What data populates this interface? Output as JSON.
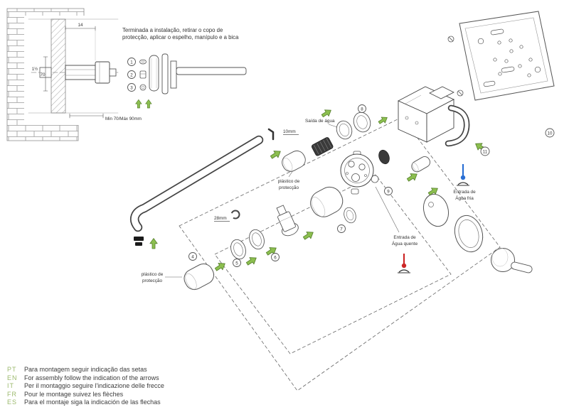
{
  "instructions": {
    "top_note_line1": "Terminada a instalação,  retirar o copo de",
    "top_note_line2": "protecção, aplicar o espelho, manípulo e a bica"
  },
  "section_detail": {
    "dim_depth": "14",
    "dim_thread": "1½",
    "dim_height": "70",
    "dim_range": "Min 70/Máx 90mm"
  },
  "labels": {
    "water_outlet": "Saída de água",
    "hex_key": "10mm",
    "ring_size": "28mm",
    "protection_upper_1": "plástico de",
    "protection_upper_2": "protecção",
    "protection_lower_1": "plástico de",
    "protection_lower_2": "protecção",
    "hot_inlet_1": "Entrada de",
    "hot_inlet_2": "Água quente",
    "cold_inlet_1": "Entrada de",
    "cold_inlet_2": "Água fria"
  },
  "callouts": {
    "c1": "1",
    "c2": "2",
    "c3": "3",
    "c4": "4",
    "c5": "5",
    "c6": "6",
    "c7": "7",
    "c8": "8",
    "c9": "9",
    "c10": "10",
    "c11": "11"
  },
  "legend": {
    "items": [
      {
        "code": "PT",
        "text": "Para montagem seguir indicação das setas"
      },
      {
        "code": "EN",
        "text": "For assembly follow the indication of the arrows"
      },
      {
        "code": "IT",
        "text": "Per il montaggio seguire l'indicazione delle frecce"
      },
      {
        "code": "FR",
        "text": "Pour le montage suivez les flèches"
      },
      {
        "code": "ES",
        "text": "Para el montaje siga la indicación de las flechas"
      }
    ]
  },
  "colors": {
    "arrow_green": "#8cbf4f",
    "legend_code_green": "#9cba6e",
    "hot_red": "#cc2727",
    "cold_blue": "#2a6fd4",
    "line": "#3f3f3f"
  }
}
